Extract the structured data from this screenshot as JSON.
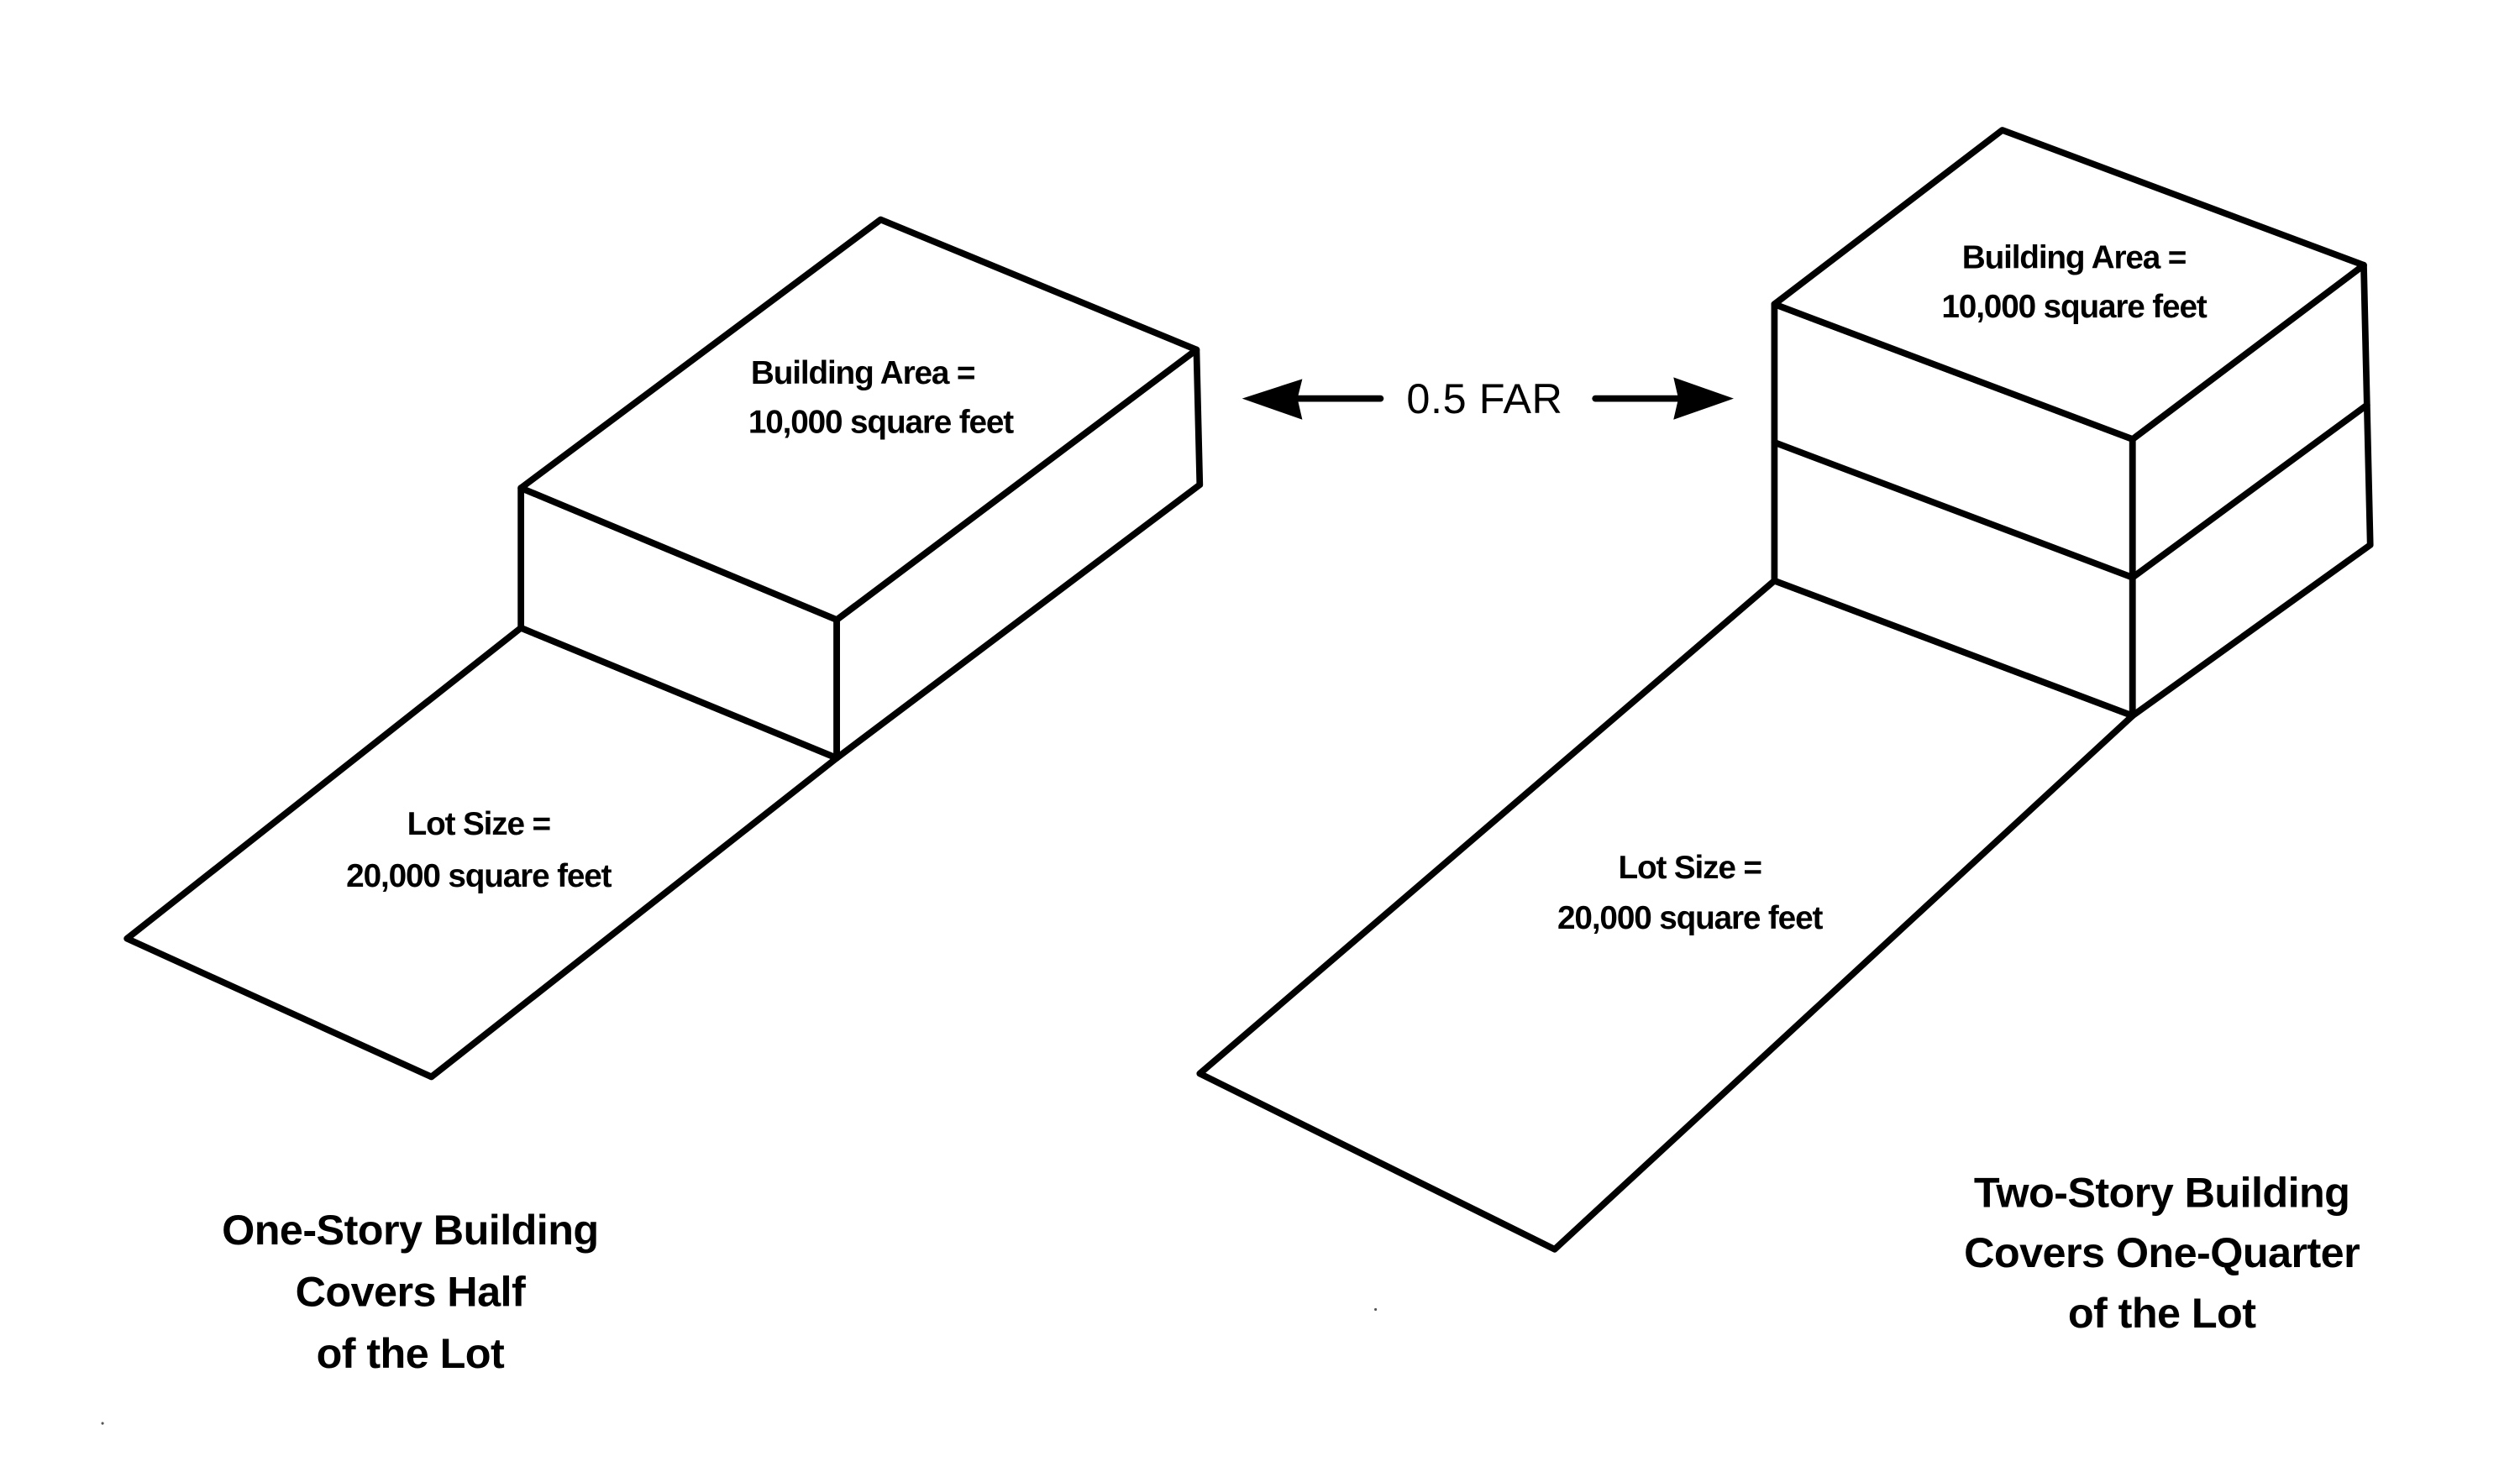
{
  "diagram": {
    "title": "Floor Area Ratio comparison",
    "ratio_label": "0.5 FAR",
    "left": {
      "stories": 1,
      "building_area_line1": "Building Area =",
      "building_area_line2": "10,000 square feet",
      "lot_size_line1": "Lot Size =",
      "lot_size_line2": "20,000 square feet",
      "caption_lines": [
        "One-Story Building",
        "Covers Half",
        "of the Lot"
      ]
    },
    "right": {
      "stories": 2,
      "building_area_line1": "Building Area =",
      "building_area_line2": "10,000 square feet",
      "lot_size_line1": "Lot Size =",
      "lot_size_line2": "20,000 square feet",
      "caption_lines": [
        "Two-Story Building",
        "Covers One-Quarter",
        "of the Lot"
      ]
    },
    "colors": {
      "ink": "#000000",
      "paper": "#ffffff"
    }
  }
}
